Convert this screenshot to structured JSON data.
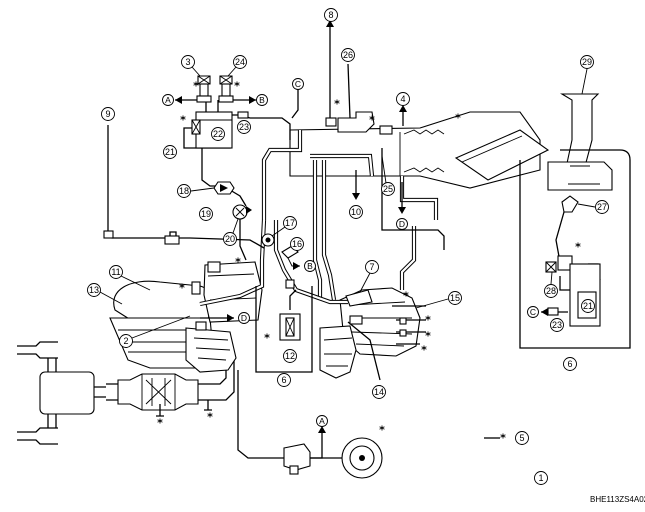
{
  "figure_code": "BHE113ZS4A02",
  "star_symbol": "*",
  "callouts": {
    "n1": "1",
    "n2": "2",
    "n3": "3",
    "n4": "4",
    "n5": "5",
    "n6": "6",
    "n7": "7",
    "n8": "8",
    "n9": "9",
    "n10": "10",
    "n11": "11",
    "n12": "12",
    "n13": "13",
    "n14": "14",
    "n15": "15",
    "n16": "16",
    "n17": "17",
    "n18": "18",
    "n19": "19",
    "n20": "20",
    "n21": "21",
    "n22": "22",
    "n23": "23",
    "n24": "24",
    "n25": "25",
    "n26": "26",
    "n27": "27",
    "n28": "28",
    "n29": "29"
  },
  "connectors": {
    "a": "A",
    "b": "B",
    "c": "C",
    "d": "D"
  }
}
